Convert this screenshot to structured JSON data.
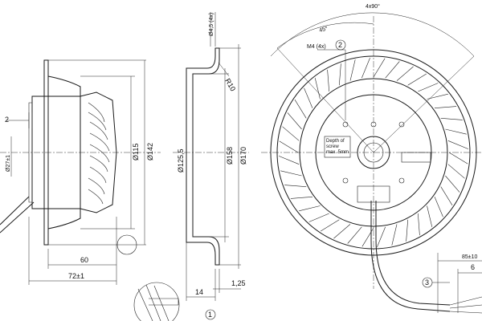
{
  "side_view": {
    "dim_2": "2",
    "dim_d27": "Ø27±1",
    "dim_d115": "Ø115",
    "dim_d142": "Ø142",
    "dim_60": "60",
    "dim_72": "72±1"
  },
  "profile_view": {
    "dim_d45": "Ø4,5 (4x)",
    "dim_r10": "R10",
    "dim_d1255": "Ø125,5",
    "dim_d158": "Ø158",
    "dim_d170": "Ø170",
    "dim_14": "14",
    "dim_125": "1,25"
  },
  "front_view": {
    "angle_4x90": "4x90°",
    "angle_45": "45°",
    "label_m4": "M4 (4x)",
    "note_depth": [
      "Depth of",
      "screw",
      "max. 5mm"
    ],
    "callout_2": "2",
    "callout_3": "3",
    "dim_85": "85±10",
    "dim_6": "6"
  },
  "detail_callout": {
    "callout_1": "1"
  }
}
